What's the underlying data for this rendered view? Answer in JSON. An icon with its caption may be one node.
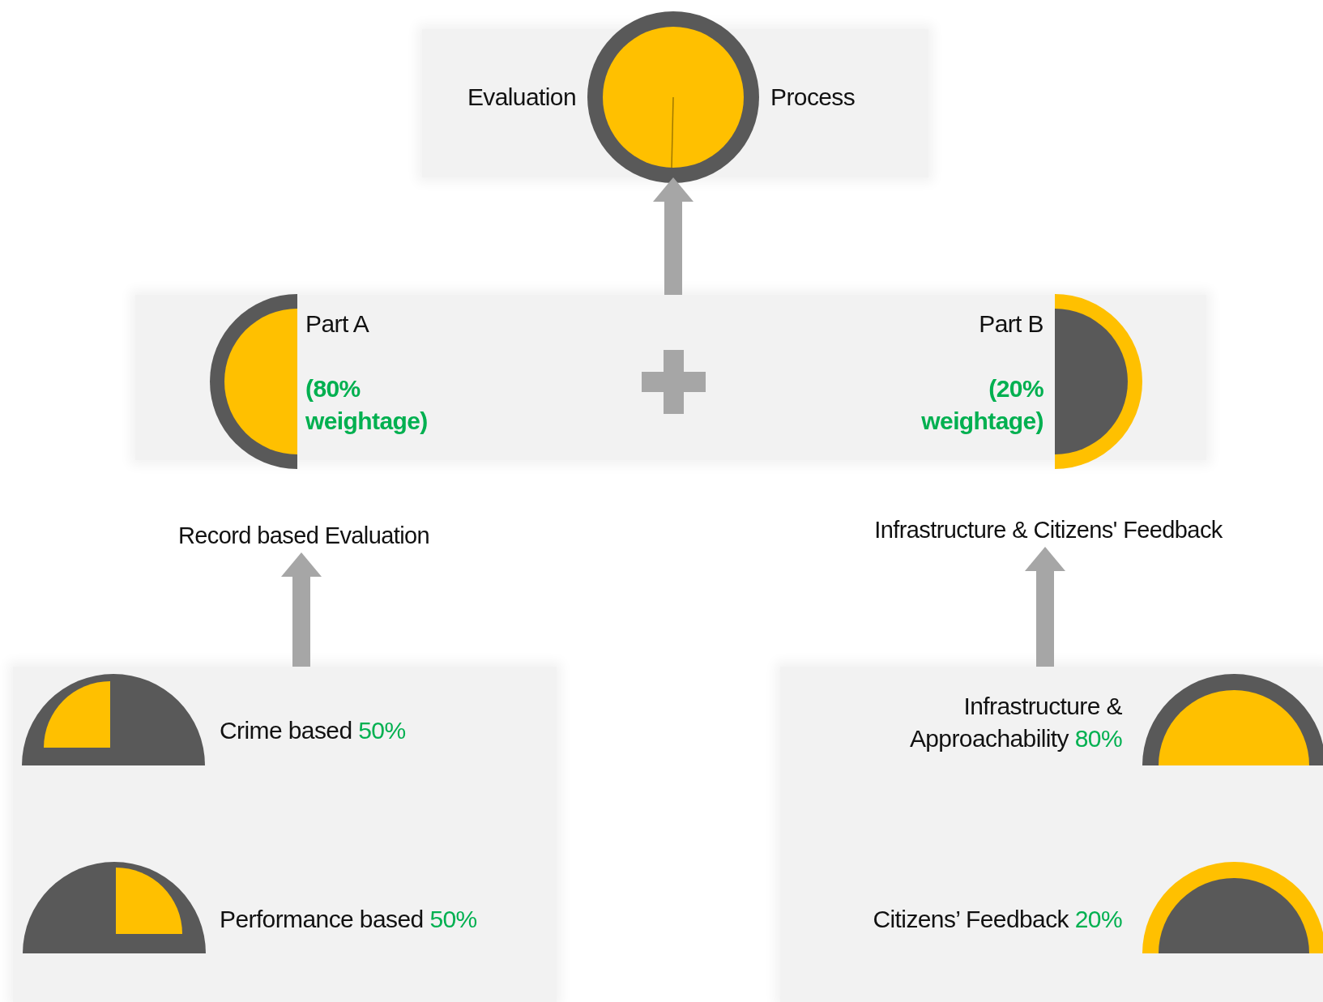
{
  "diagram": {
    "nodes": [
      {
        "text": [
          "Evaluation",
          "Process"
        ]
      },
      {
        "text": [],
        "shape": "box"
      },
      {
        "text": [
          "Part A",
          "(80% weightage)"
        ],
        "in": 1
      },
      {
        "text": [
          "Part B",
          "(20% weightage)"
        ],
        "in": 1
      },
      {
        "text": [
          "Record based Evaluation"
        ]
      },
      {
        "text": [
          "Infrastructure & Citizens' Feedback"
        ]
      },
      {
        "text": [],
        "shape": "box"
      },
      {
        "text": [
          "Crime based",
          "50%"
        ],
        "in": 6
      },
      {
        "text": [
          "Performance based",
          "50%"
        ],
        "in": 6
      },
      {
        "text": [],
        "shape": "box"
      },
      {
        "text": [
          "Infrastructure & Approachability",
          "80%"
        ],
        "in": 9
      },
      {
        "text": [
          "Citizens’ Feedback",
          "20%"
        ],
        "in": 9
      }
    ],
    "edges": [
      {
        "from": 1,
        "to": 0,
        "arrow": "to"
      },
      {
        "from": 6,
        "to": 4,
        "arrow": "to"
      },
      {
        "from": 9,
        "to": 5,
        "arrow": "to"
      }
    ]
  }
}
